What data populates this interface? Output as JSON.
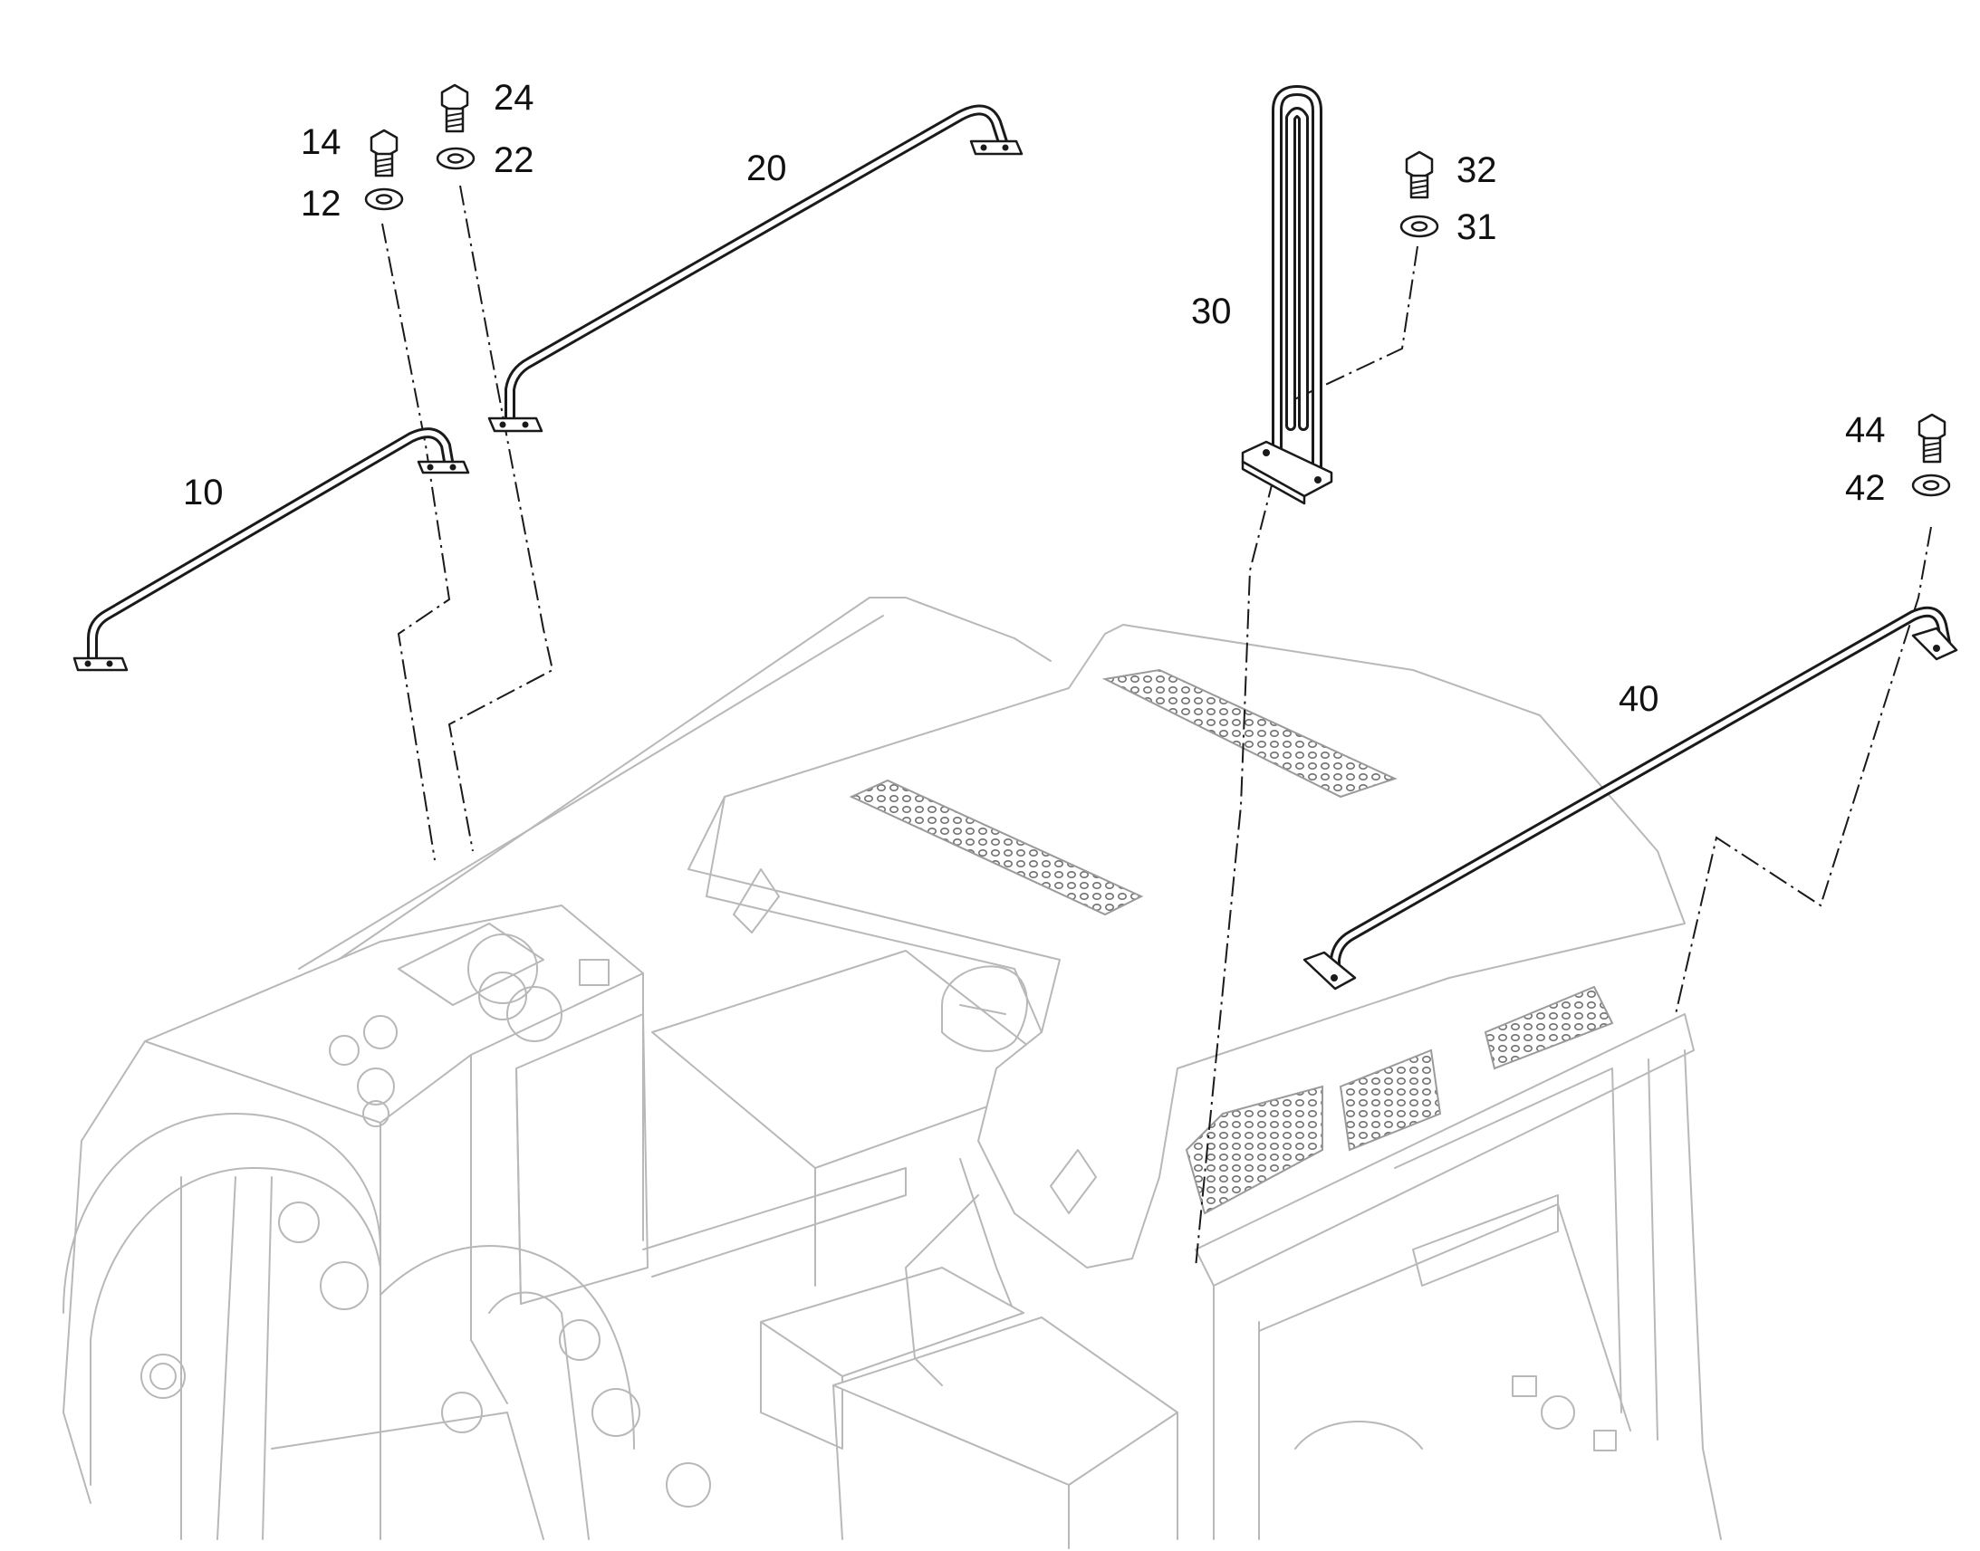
{
  "diagram": {
    "type": "exploded parts diagram",
    "callouts": {
      "p10": "10",
      "p12": "12",
      "p14": "14",
      "p20": "20",
      "p22": "22",
      "p24": "24",
      "p30": "30",
      "p31": "31",
      "p32": "32",
      "p40": "40",
      "p42": "42",
      "p44": "44"
    },
    "colors": {
      "parts": "#1a1a1a",
      "background_machine": "#b8b8b8",
      "background": "#ffffff"
    }
  }
}
